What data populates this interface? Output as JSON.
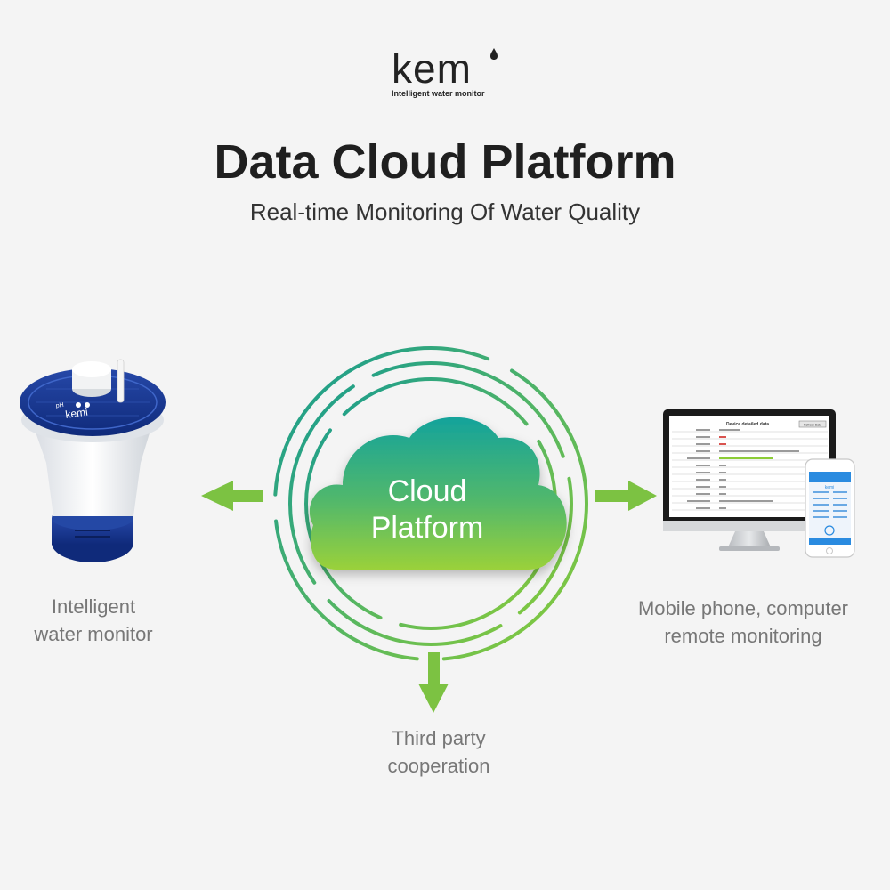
{
  "logo": {
    "word": "kem",
    "tagline": "Intelligent water monitor"
  },
  "header": {
    "title": "Data Cloud Platform",
    "subtitle": "Real-time Monitoring Of Water Quality"
  },
  "cloud": {
    "line1": "Cloud",
    "line2": "Platform"
  },
  "nodes": {
    "left_line1": "Intelligent",
    "left_line2": "water monitor",
    "right_line1": "Mobile phone, computer",
    "right_line2": "remote monitoring",
    "bottom_line1": "Third party",
    "bottom_line2": "cooperation"
  },
  "device": {
    "brand": "kemi",
    "ph_label": "pH"
  },
  "monitor": {
    "screen_title": "Device detailed data",
    "button_label": "Refresh Data",
    "phone_app_logo": "kemi"
  },
  "colors": {
    "background": "#f4f4f4",
    "gradient_start": "#1a9e9a",
    "gradient_end": "#8ccc36",
    "arrow": "#7cc242",
    "device_blue": "#1e3a8a"
  }
}
